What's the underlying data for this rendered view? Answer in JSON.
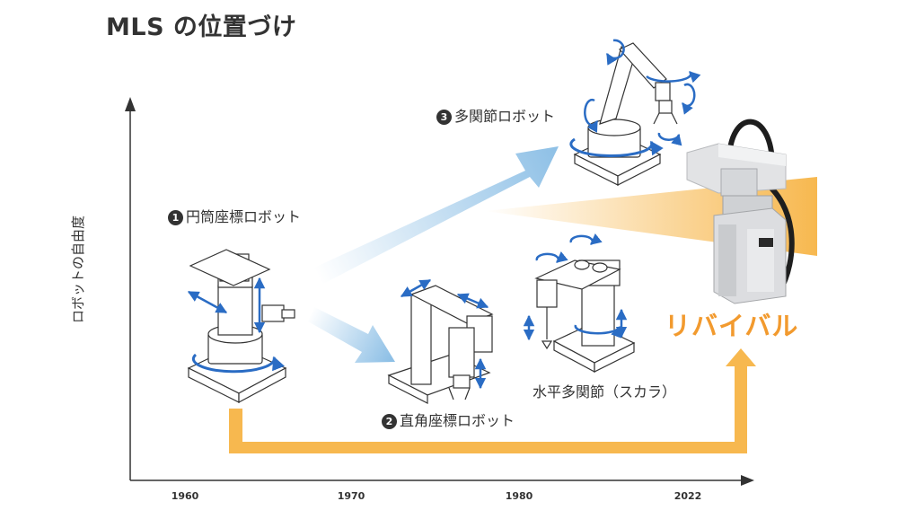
{
  "title": "MLS の位置づけ",
  "y_axis_label": "ロボットの自由度",
  "timeline": [
    "1960",
    "1970",
    "1980",
    "2022"
  ],
  "robots": {
    "cylindrical": {
      "number": "1",
      "label": "円筒座標ロボット"
    },
    "cartesian": {
      "number": "2",
      "label": "直角座標ロボット"
    },
    "scara": {
      "label": "水平多関節（スカラ）"
    },
    "articulated": {
      "number": "3",
      "label": "多関節ロボット"
    }
  },
  "revival_label": "リバイバル",
  "colors": {
    "orange": "#f29a2e",
    "blue": "#2a6cc4",
    "light_blue": "#8ec0e6",
    "ink": "#333333"
  }
}
